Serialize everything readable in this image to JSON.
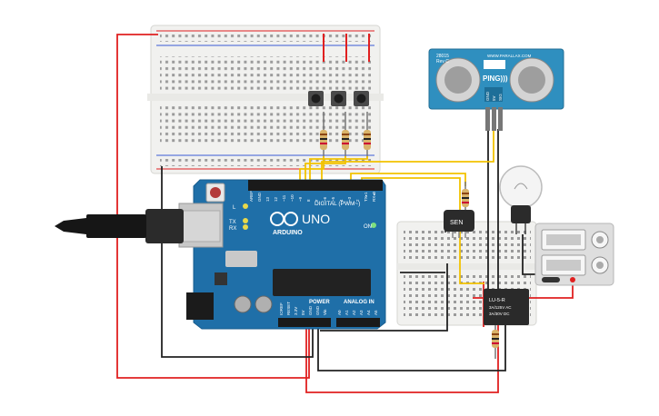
{
  "arduino": {
    "brand_text": "ARDUINO",
    "model_text": "UNO",
    "digital_label": "DIGITAL (PWM~)",
    "power_label": "POWER",
    "analog_label": "ANALOG IN",
    "on_label": "ON",
    "led_labels": [
      "L",
      "TX",
      "RX"
    ],
    "digital_pin_labels": [
      "AREF",
      "GND",
      "13",
      "12",
      "~11",
      "~10",
      "~9",
      "8",
      "7",
      "~6",
      "~5",
      "4",
      "~3",
      "2",
      "TX▸1",
      "RX◂0"
    ],
    "power_pin_labels": [
      "IOREF",
      "RESET",
      "3.3V",
      "5V",
      "GND",
      "GND",
      "Vin"
    ],
    "analog_pin_labels": [
      "A0",
      "A1",
      "A2",
      "A3",
      "A4",
      "A5"
    ]
  },
  "ping_sensor": {
    "title": "PING)))",
    "model_line1": "28015",
    "model_line2": "Rev C",
    "url": "WWW.PARALLAX.COM",
    "pin_labels": [
      "GND",
      "5V",
      "SIG"
    ]
  },
  "sensor_chip": {
    "label": "SEN"
  },
  "relay": {
    "line1": "LU-5-R",
    "line2": "3A/125V AC",
    "line3": "3A/30V DC"
  },
  "colors": {
    "wire_red": "#e02020",
    "wire_black": "#222222",
    "wire_yellow": "#f2c200",
    "board_blue": "#1f6fa8",
    "breadboard": "#f1f1ef",
    "ping_blue": "#2f8fbf"
  }
}
